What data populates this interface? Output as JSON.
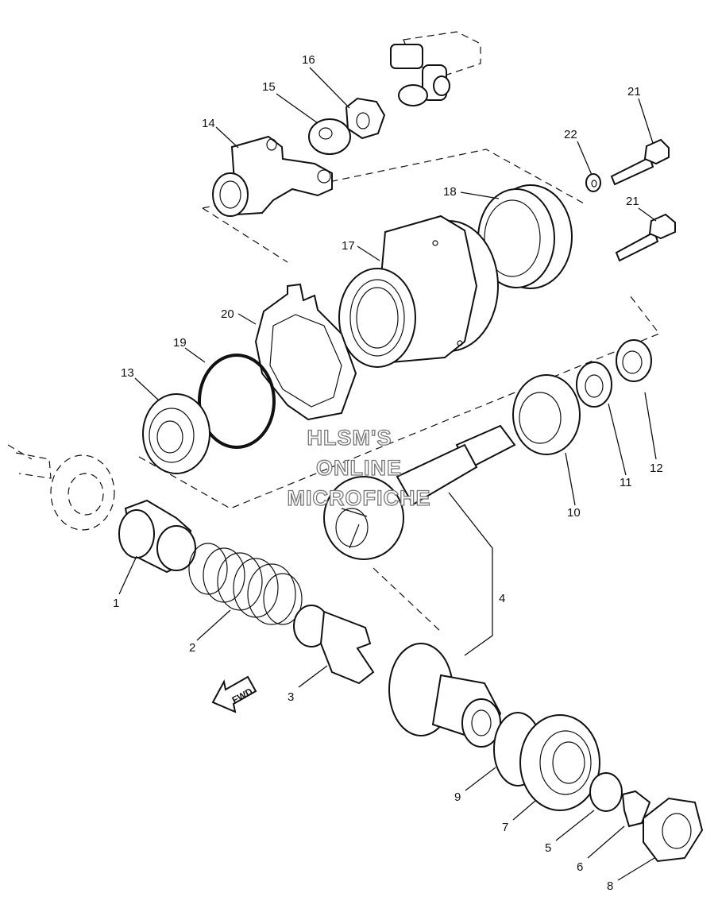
{
  "diagram": {
    "watermark": [
      "HLSM'S",
      "ONLINE",
      "MICROFICHE"
    ],
    "direction_arrow": {
      "label": "FWD",
      "icon": "arrow-icon"
    },
    "callouts": [
      {
        "id": "1",
        "name": "part-1-callout"
      },
      {
        "id": "2",
        "name": "part-2-callout"
      },
      {
        "id": "3",
        "name": "part-3-callout"
      },
      {
        "id": "4",
        "name": "part-4-callout"
      },
      {
        "id": "5",
        "name": "part-5-callout"
      },
      {
        "id": "6",
        "name": "part-6-callout"
      },
      {
        "id": "7",
        "name": "part-7-callout"
      },
      {
        "id": "8",
        "name": "part-8-callout"
      },
      {
        "id": "9",
        "name": "part-9-callout"
      },
      {
        "id": "10",
        "name": "part-10-callout"
      },
      {
        "id": "11",
        "name": "part-11-callout"
      },
      {
        "id": "12",
        "name": "part-12-callout"
      },
      {
        "id": "13",
        "name": "part-13-callout"
      },
      {
        "id": "14",
        "name": "part-14-callout"
      },
      {
        "id": "15",
        "name": "part-15-callout"
      },
      {
        "id": "16",
        "name": "part-16-callout"
      },
      {
        "id": "17",
        "name": "part-17-callout"
      },
      {
        "id": "18",
        "name": "part-18-callout"
      },
      {
        "id": "19",
        "name": "part-19-callout"
      },
      {
        "id": "20",
        "name": "part-20-callout"
      },
      {
        "id": "21",
        "name": "part-21-callout"
      },
      {
        "id": "22",
        "name": "part-22-callout"
      }
    ]
  }
}
